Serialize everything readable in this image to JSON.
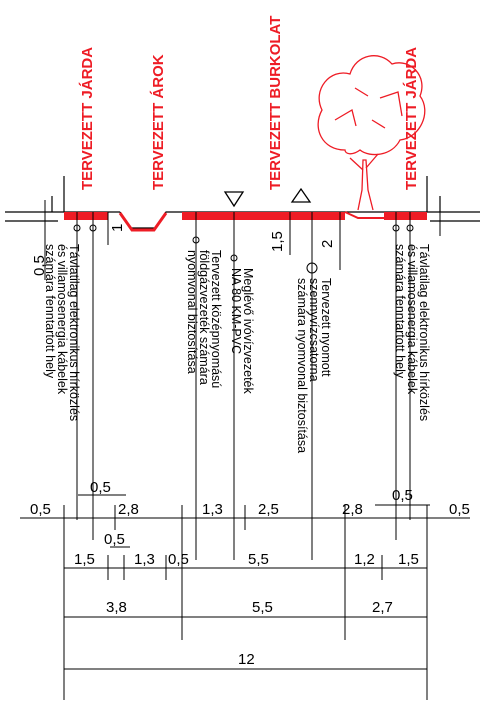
{
  "colors": {
    "design_red": "#ee1c25",
    "line": "#000000",
    "background": "#ffffff"
  },
  "section_labels": {
    "sidewalk_left": "TERVEZETT JÁRDA",
    "ditch": "TERVEZETT ÁROK",
    "pavement": "TERVEZETT BURKOLAT",
    "sidewalk_right": "TERVEZETT JÁRDA"
  },
  "side_dims": {
    "left_offset": "0,5",
    "ditch_depth": "1",
    "gas_depth": "1,5",
    "sewer_depth": "2"
  },
  "utility_notes": {
    "left_reserved": [
      "Távlatilag elektronikus hírközlés",
      "és villamosenergia kábelek",
      "számára fenntartott hely"
    ],
    "gas": [
      "Tervezett középnyomású",
      "földgázvezeték számára",
      "nyomvonal biztosítása"
    ],
    "water": [
      "Meglévő ivóvízvezeték",
      "NA 80 KM-PVC"
    ],
    "sewer": [
      "Tervezett nyomott",
      "szennyvízcsatorna",
      "számára nyomvonal biztosítása"
    ],
    "right_reserved": [
      "Távlatilag elektronikus hírközlés",
      "és villamosenergia kábelek",
      "számára fenntartott hely"
    ]
  },
  "dim_row1": {
    "left": "0,5",
    "a": "2,8",
    "b": "1,3",
    "c": "2,5",
    "d": "2,8",
    "right": "0,5",
    "upper_left": "0,5",
    "upper_right": "0,5"
  },
  "dim_row2": {
    "a": "1,5",
    "b": "1,3",
    "c": "0,5",
    "d": "5,5",
    "e": "1,2",
    "f": "1,5",
    "upper": "0,5"
  },
  "dim_row3": {
    "a": "3,8",
    "b": "5,5",
    "c": "2,7"
  },
  "dim_row4": {
    "total": "12"
  },
  "icons": [
    "tree-icon",
    "water-level-triangle-icon",
    "pipe-marker-icon"
  ]
}
